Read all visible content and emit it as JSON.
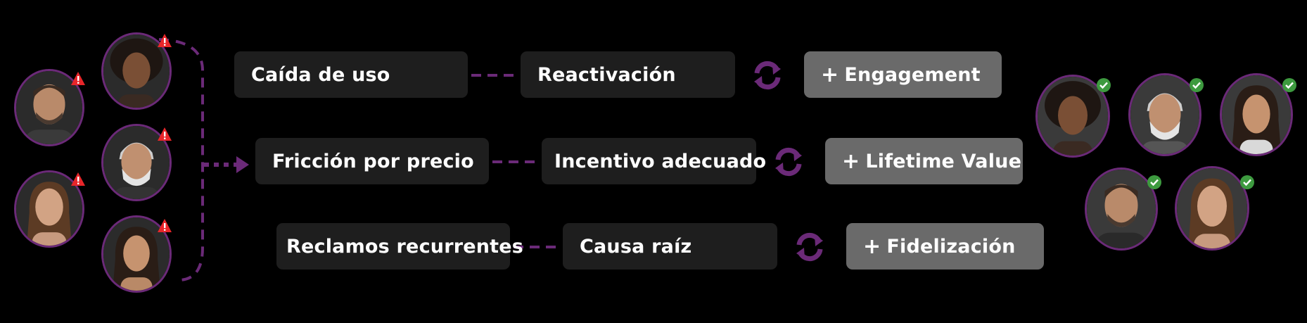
{
  "colors": {
    "background": "#000000",
    "box_dark": "#1e1e1e",
    "box_light": "#6a6a6a",
    "accent_purple": "#6b2a78",
    "warning_red": "#e8262a",
    "check_green": "#3d9a3f"
  },
  "rows": [
    {
      "problem": "Caída de uso",
      "action": "Reactivación",
      "outcome_plus": "+",
      "outcome": "Engagement"
    },
    {
      "problem": "Fricción por precio",
      "action": "Incentivo adecuado",
      "outcome_plus": "+",
      "outcome": "Lifetime Value"
    },
    {
      "problem": "Reclamos recurrentes",
      "action": "Causa raíz",
      "outcome_plus": "+",
      "outcome": "Fidelización"
    }
  ],
  "icons": {
    "warning": "warning-triangle-icon",
    "check": "check-circle-icon",
    "cycle": "refresh-cycle-icon",
    "arrow": "dotted-arrow-icon"
  }
}
